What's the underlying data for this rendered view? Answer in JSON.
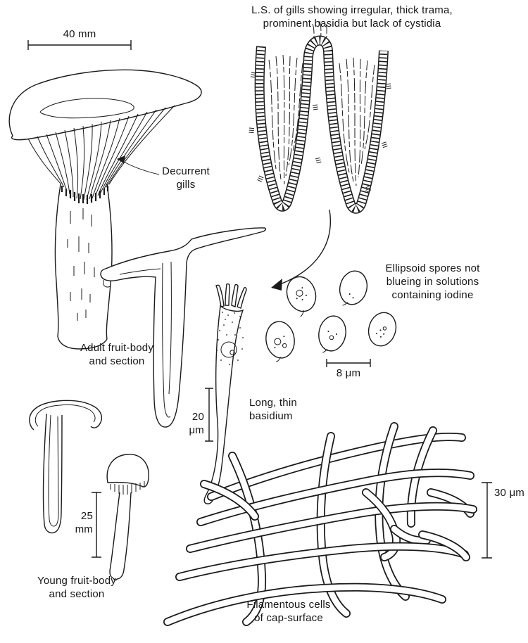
{
  "figure": {
    "ink": "#1a1a1a",
    "paper": "#ffffff",
    "captions": {
      "gill_section": "L.S. of gills showing irregular, thick trama,\nprominent basidia but lack of cystidia",
      "decurrent_gills": "Decurrent\ngills",
      "adult_fruit_body": "Adult fruit-body\nand section",
      "spores": "Ellipsoid spores not\nblueing in solutions\ncontaining iodine",
      "basidium": "Long, thin\nbasidium",
      "young_fruit_body": "Young fruit-body\nand section",
      "hyphae": "Filamentous cells\nof cap-surface"
    },
    "scales": {
      "cap": "40 mm",
      "spore": "8 μm",
      "basidium": "20\nμm",
      "young": "25\nmm",
      "hyphae": "30 μm"
    }
  }
}
